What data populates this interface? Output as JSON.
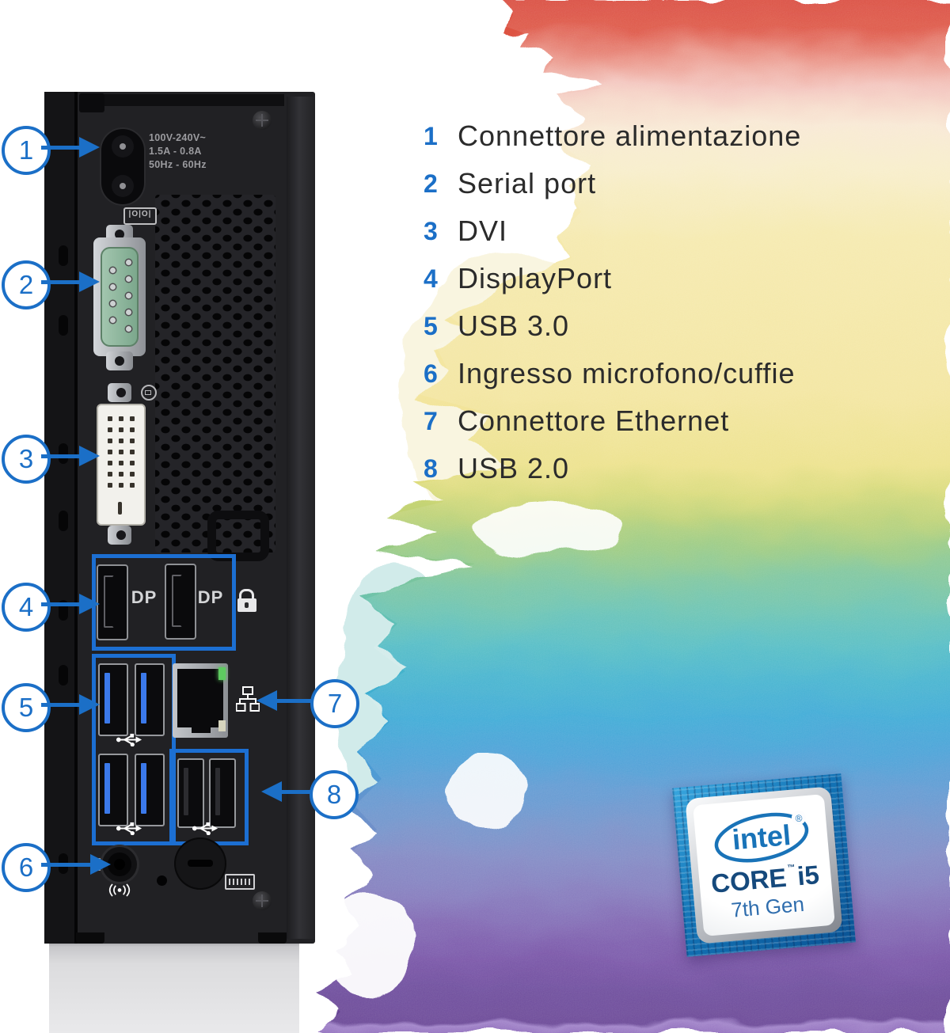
{
  "legend": {
    "items": [
      {
        "num": "1",
        "label": "Connettore alimentazione"
      },
      {
        "num": "2",
        "label": "Serial port"
      },
      {
        "num": "3",
        "label": "DVI"
      },
      {
        "num": "4",
        "label": "DisplayPort"
      },
      {
        "num": "5",
        "label": "USB 3.0"
      },
      {
        "num": "6",
        "label": "Ingresso microfono/cuffie"
      },
      {
        "num": "7",
        "label": "Connettore Ethernet"
      },
      {
        "num": "8",
        "label": "USB 2.0"
      }
    ]
  },
  "device": {
    "power_rating": {
      "line1": "100V-240V~",
      "line2": "1.5A - 0.8A",
      "line3": "50Hz - 60Hz"
    },
    "serial_icon_label": "|O|O|",
    "dp_labels": [
      "DP",
      "DP"
    ],
    "callout_numbers": [
      "1",
      "2",
      "3",
      "4",
      "5",
      "6",
      "7",
      "8"
    ]
  },
  "badge": {
    "brand": "intel",
    "registered": "®",
    "core": "CORE",
    "tm": "™",
    "model": "i5",
    "gen": "7th Gen"
  },
  "colors": {
    "callout_blue": "#1b6fc7",
    "highlight_box_blue": "#1c6fd2",
    "intel_blue": "#1973b8",
    "core_navy": "#15497c"
  }
}
